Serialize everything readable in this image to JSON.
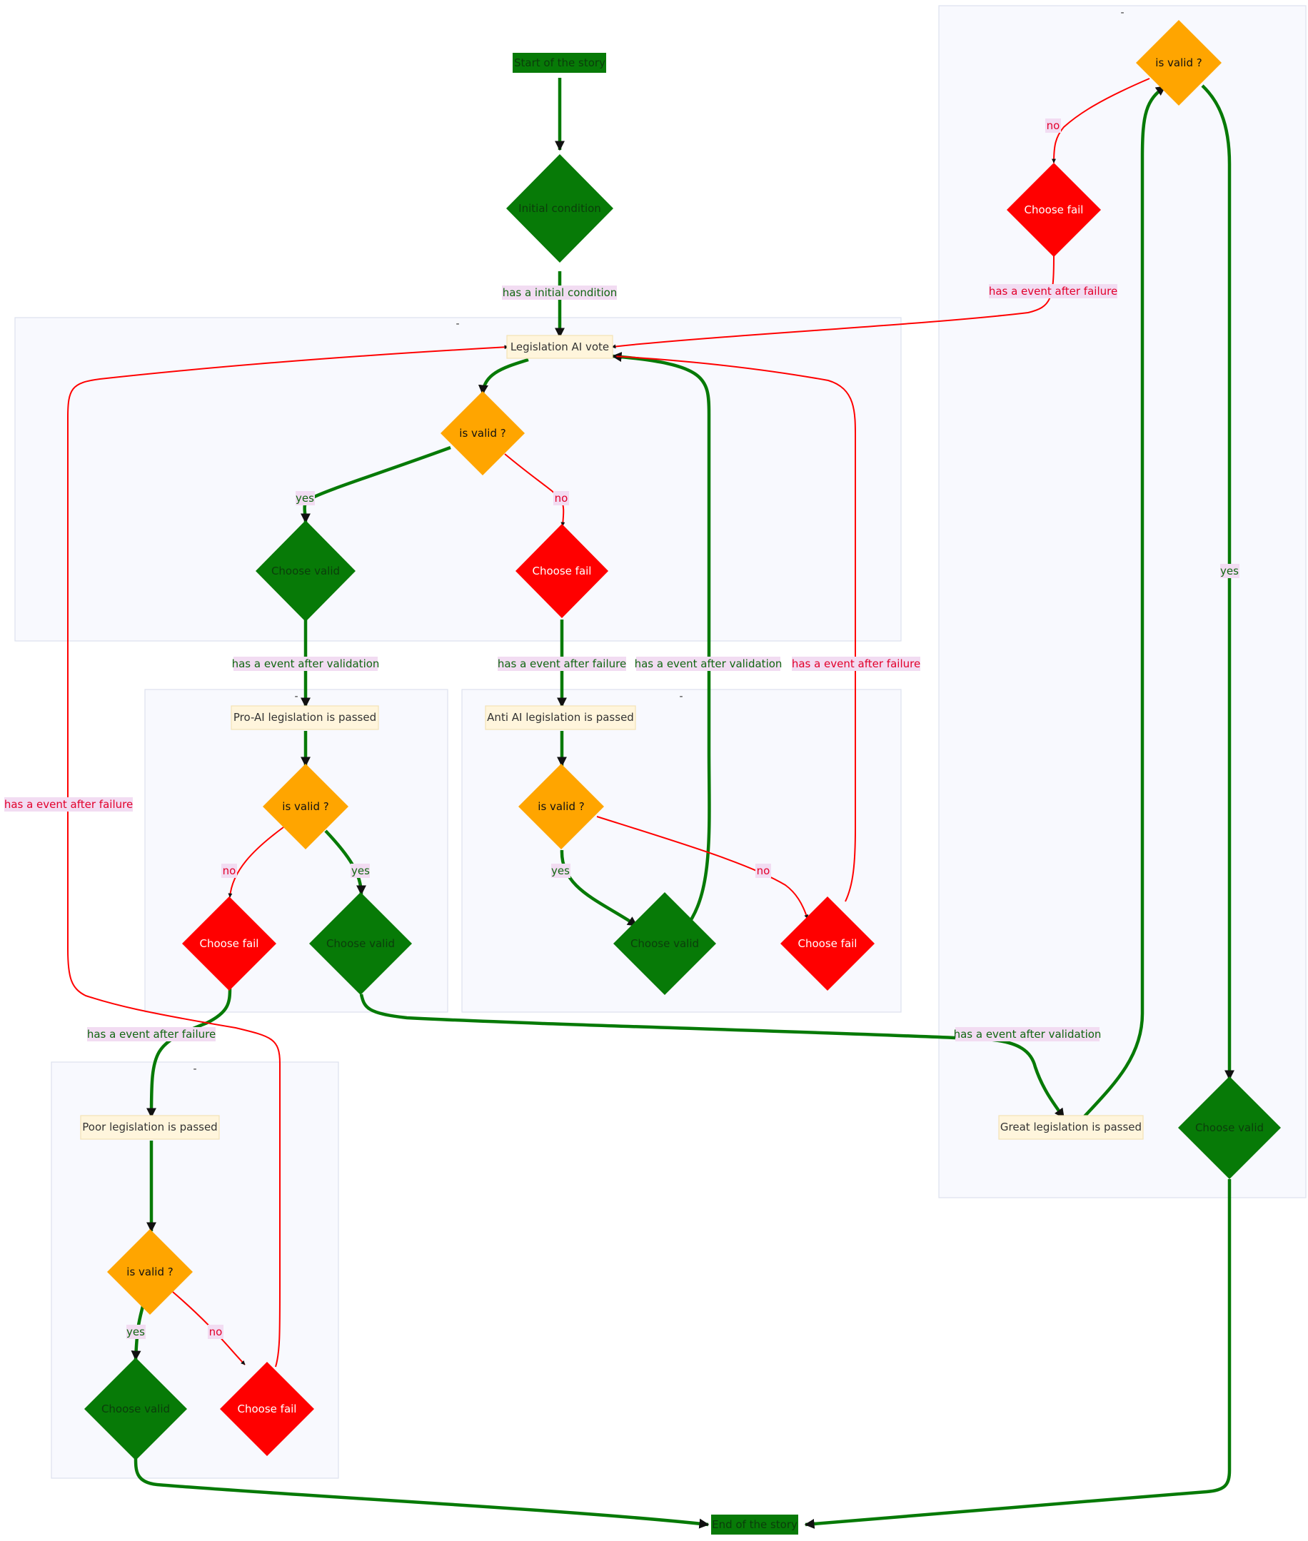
{
  "colors": {
    "green": "#077a07",
    "red": "#ff0000",
    "orange": "#ffa500",
    "box_fill": "#fff5dc",
    "box_stroke": "#f3e2b5",
    "label_bg": "#f2dcf2",
    "green_label": "#116611",
    "red_label": "#e2002b",
    "dark_text": "#333333"
  },
  "clusters": {
    "legislation_vote": "-",
    "pro_ai": "-",
    "anti_ai": "-",
    "poor": "-",
    "great": "-"
  },
  "nodes": {
    "start": "Start of the story",
    "initial_condition": "Initial condition",
    "legislation_vote": "Legislation AI vote",
    "valid_vote": "is valid ?",
    "choose_valid_vote": "Choose valid",
    "choose_fail_vote": "Choose fail",
    "pro_ai_passed": "Pro-AI legislation is passed",
    "valid_pro": "is valid ?",
    "choose_fail_pro": "Choose fail",
    "choose_valid_pro": "Choose valid",
    "anti_ai_passed": "Anti AI legislation is passed",
    "valid_anti": "is valid ?",
    "choose_valid_anti": "Choose valid",
    "choose_fail_anti": "Choose fail",
    "poor_passed": "Poor legislation is passed",
    "valid_poor": "is valid ?",
    "choose_valid_poor": "Choose valid",
    "choose_fail_poor": "Choose fail",
    "great_passed": "Great legislation is passed",
    "valid_great": "is valid ?",
    "choose_fail_great": "Choose fail",
    "choose_valid_great": "Choose valid",
    "end": "End of the story"
  },
  "edge_labels": {
    "initial": "has a initial condition",
    "vote_yes": "yes",
    "vote_no": "no",
    "vote_valid_event": "has a event after validation",
    "vote_fail_event": "has a event after failure",
    "anti_valid_event": "has a event after validation",
    "anti_fail_event": "has a event after failure",
    "pro_no": "no",
    "pro_yes": "yes",
    "anti_yes": "yes",
    "anti_no": "no",
    "poor_loop_event": "has a event after failure",
    "pro_fail_event": "has a event after failure",
    "pro_valid_event": "has a event after validation",
    "poor_yes": "yes",
    "poor_no": "no",
    "great_no": "no",
    "great_fail_event": "has a event after failure",
    "great_yes": "yes"
  }
}
